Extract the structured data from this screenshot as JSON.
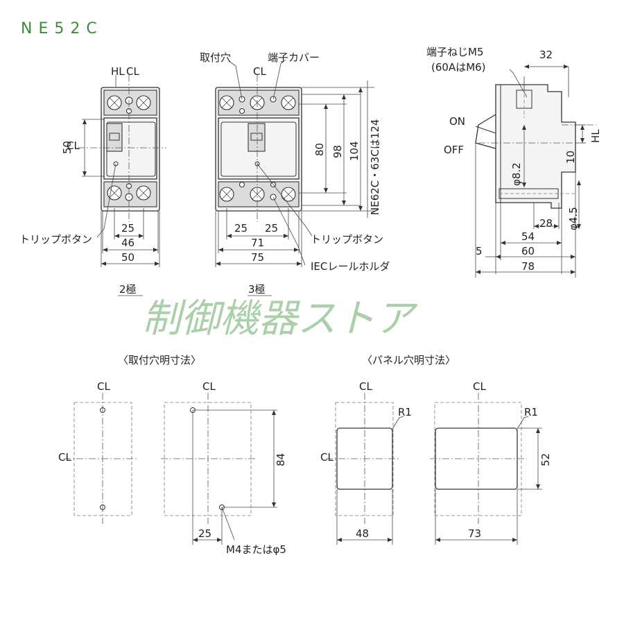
{
  "title": "NE52C",
  "watermark": "制御機器ストア",
  "front_view": {
    "label_mounting_hole": "取付穴",
    "label_terminal_cover": "端子カバー",
    "label_trip_button_left": "トリップボタン",
    "label_trip_button_right": "トリップボタン",
    "label_iec_rail_holder": "IECレールホルダ",
    "label_2pole": "2極",
    "label_3pole": "3極",
    "cl": "CL",
    "hl": "HL",
    "dim_50_v": "50",
    "dim_25_2p": "25",
    "dim_46": "46",
    "dim_50_h": "50",
    "dim_25_3p_a": "25",
    "dim_25_3p_b": "25",
    "dim_71": "71",
    "dim_75": "75",
    "dim_80": "80",
    "dim_98": "98",
    "dim_104": "104",
    "note_ne62c": "NE62C・63Cは124"
  },
  "side_view": {
    "label_terminal_screw": "端子ねじM5",
    "label_terminal_screw_note": "(60AはM6)",
    "label_on": "ON",
    "label_off": "OFF",
    "hl": "HL",
    "dim_32": "32",
    "dim_10": "10",
    "dim_phi82": "φ8.2",
    "dim_phi45": "φ4.5",
    "dim_28": "28",
    "dim_54": "54",
    "dim_5": "5",
    "dim_60": "60",
    "dim_78": "78"
  },
  "mounting_hole": {
    "section_title": "〈取付穴明寸法〉",
    "cl": "CL",
    "dim_84": "84",
    "dim_25": "25",
    "label_screw": "M4またはφ5"
  },
  "panel_hole": {
    "section_title": "〈パネル穴明寸法〉",
    "cl": "CL",
    "label_r1_a": "R1",
    "label_r1_b": "R1",
    "dim_52": "52",
    "dim_48": "48",
    "dim_73": "73"
  }
}
